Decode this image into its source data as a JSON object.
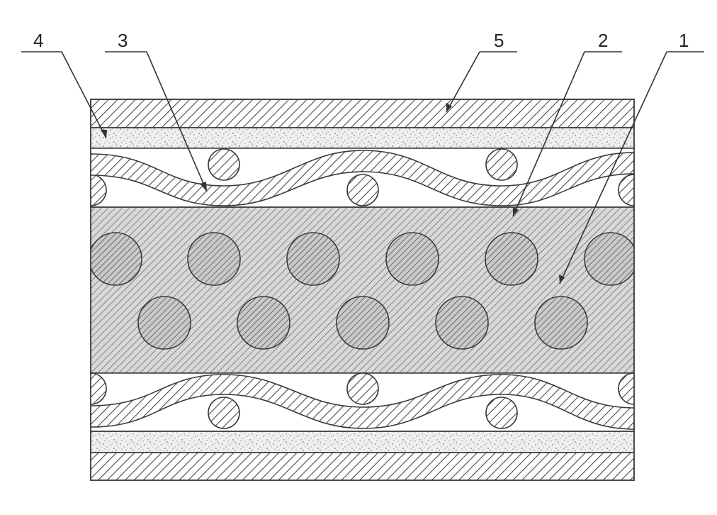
{
  "diagram": {
    "callouts": [
      {
        "id": "4",
        "label": "4"
      },
      {
        "id": "3",
        "label": "3"
      },
      {
        "id": "5",
        "label": "5"
      },
      {
        "id": "2",
        "label": "2"
      },
      {
        "id": "1",
        "label": "1"
      }
    ]
  },
  "colors": {
    "outline": "#3a3a3a",
    "hatch_dark": "#4a4a4a",
    "core_fill": "#d8d8d8",
    "background": "#ffffff"
  }
}
